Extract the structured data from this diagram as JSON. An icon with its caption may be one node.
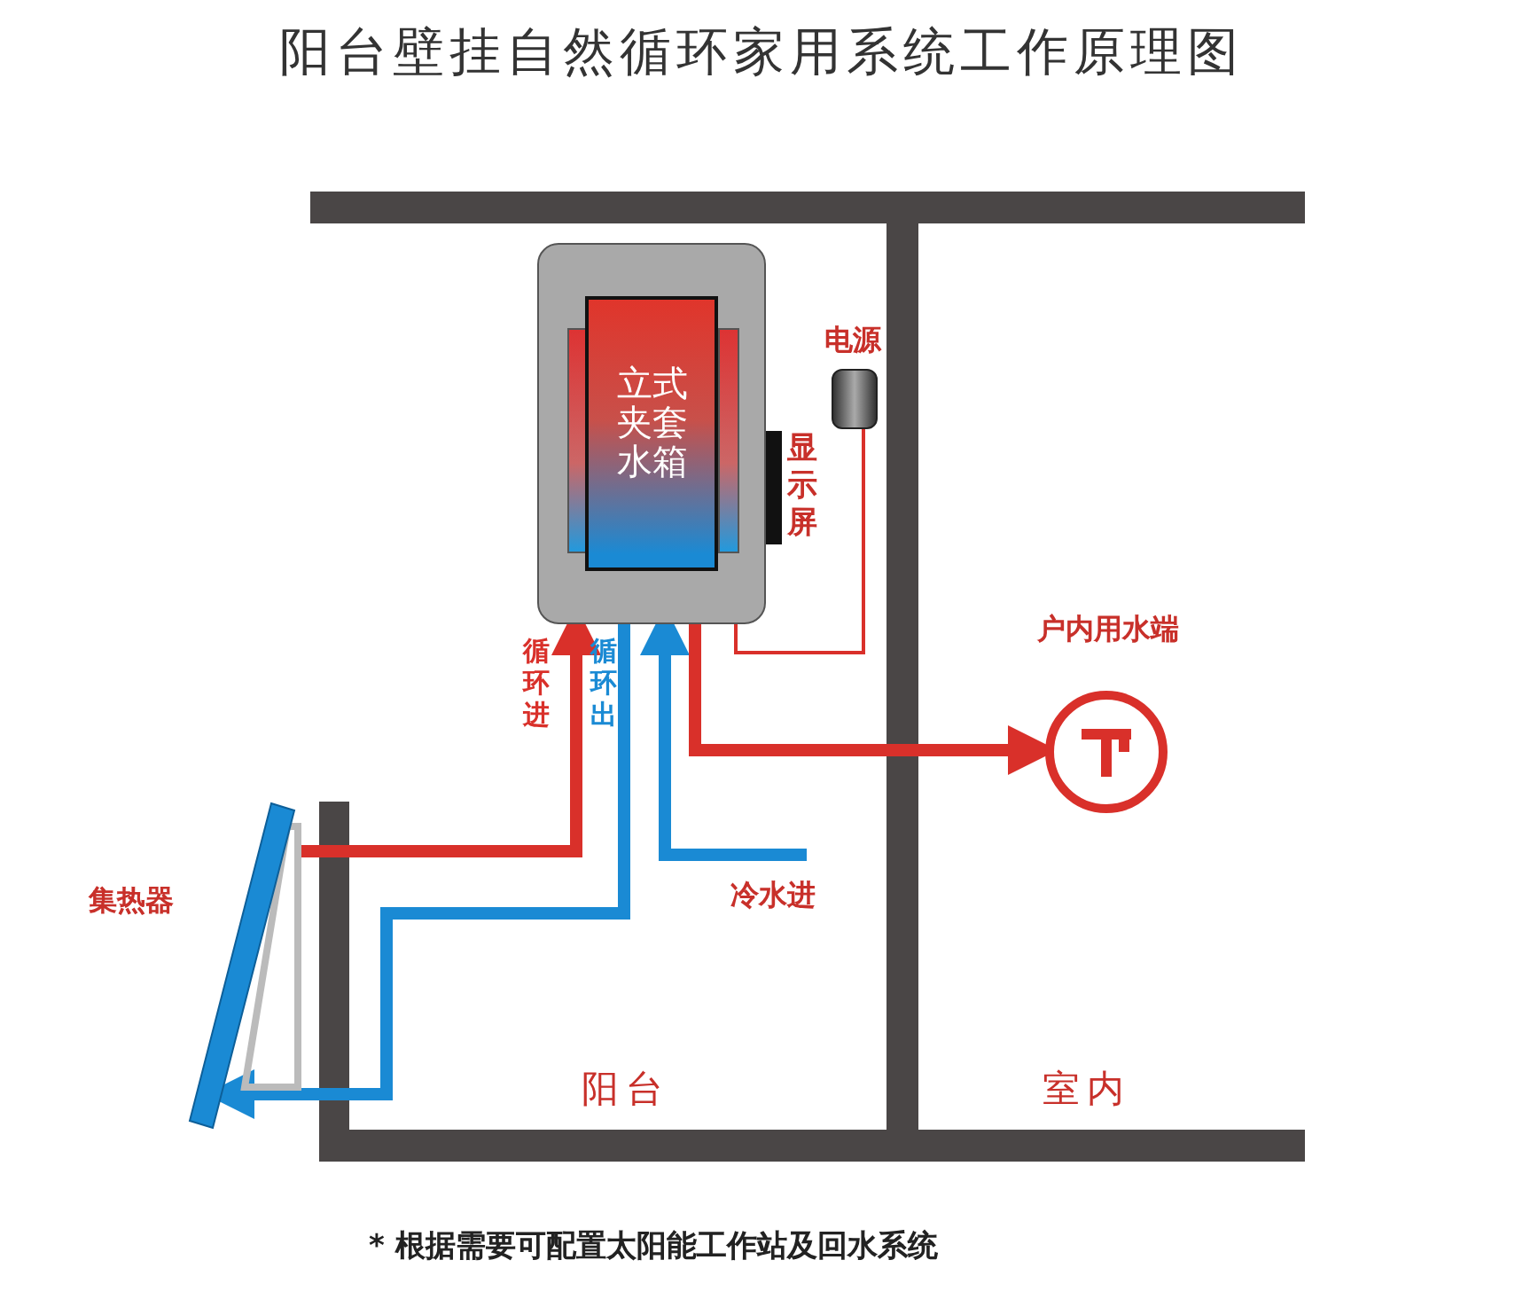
{
  "diagram": {
    "title": "阳台壁挂自然循环家用系统工作原理图",
    "nodes": [
      {
        "text": [
          "立式夹套水箱"
        ]
      },
      {
        "text": [
          "电源"
        ]
      },
      {
        "text": [
          "显示屏"
        ]
      },
      {
        "text": [
          "户内用水端"
        ]
      },
      {
        "text": [
          "集热器"
        ]
      },
      {
        "text": [
          "冷水进"
        ]
      }
    ],
    "edges": [
      {
        "from": 4,
        "to": 0,
        "arrow": "to",
        "label": "循环进",
        "color": "#d9302a"
      },
      {
        "from": 0,
        "to": 4,
        "arrow": "to",
        "label": "循环出",
        "color": "#1a8ad4"
      },
      {
        "from": 5,
        "to": 0,
        "arrow": "to",
        "color": "#1a8ad4"
      },
      {
        "from": 0,
        "to": 3,
        "arrow": "to",
        "color": "#d9302a"
      },
      {
        "from": 1,
        "to": 0,
        "arrow": "none",
        "color": "#d9302a"
      }
    ],
    "labels": [
      "阳台",
      "室内",
      "* 根据需要可配置太阳能工作站及回水系统"
    ]
  }
}
